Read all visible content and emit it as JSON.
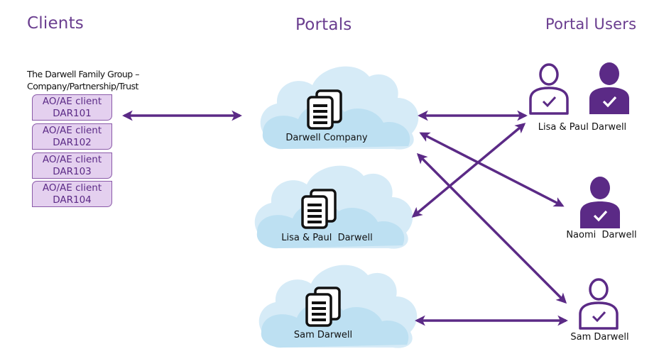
{
  "headings": {
    "clients": "Clients",
    "portals": "Portals",
    "portal_users": "Portal Users"
  },
  "client_group": {
    "line1": "The Darwell Family Group –",
    "line2": "Company/Partnership/Trust",
    "clients": [
      {
        "type": "AO/AE client",
        "code": "DAR101"
      },
      {
        "type": "AO/AE client",
        "code": "DAR102"
      },
      {
        "type": "AO/AE client",
        "code": "DAR103"
      },
      {
        "type": "AO/AE client",
        "code": "DAR104"
      }
    ]
  },
  "portals": [
    {
      "name": "Darwell Company",
      "icon": "documents-icon"
    },
    {
      "name": "Lisa & Paul  Darwell",
      "icon": "documents-icon"
    },
    {
      "name": "Sam Darwell",
      "icon": "documents-icon"
    }
  ],
  "users": [
    {
      "name": "Lisa & Paul Darwell",
      "icons": [
        "user-outline-check-icon",
        "user-filled-check-icon"
      ]
    },
    {
      "name": "Naomi  Darwell",
      "icons": [
        "user-filled-check-icon"
      ]
    },
    {
      "name": "Sam Darwell",
      "icons": [
        "user-outline-check-icon"
      ]
    }
  ],
  "connections": [
    {
      "from": "Client group",
      "to": "Darwell Company",
      "direction": "both"
    },
    {
      "from": "Darwell Company",
      "to": "Lisa & Paul Darwell (user)",
      "direction": "both"
    },
    {
      "from": "Darwell Company",
      "to": "Naomi Darwell (user)",
      "direction": "both"
    },
    {
      "from": "Darwell Company",
      "to": "Sam Darwell (user)",
      "direction": "both"
    },
    {
      "from": "Lisa & Paul Darwell (portal)",
      "to": "Lisa & Paul Darwell (user)",
      "direction": "both"
    },
    {
      "from": "Sam Darwell (portal)",
      "to": "Sam Darwell (user)",
      "direction": "both"
    }
  ],
  "colors": {
    "accent": "#5b2a86",
    "heading": "#6a3d8f",
    "client_fill": "#e4d0ef",
    "cloud_light": "#d6ebf7",
    "cloud_dark": "#b7dcef"
  }
}
